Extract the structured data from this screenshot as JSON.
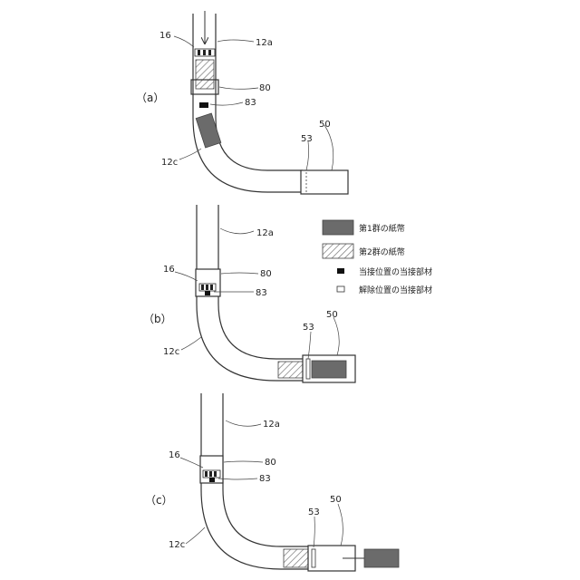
{
  "panels": [
    {
      "label": "（a）",
      "callouts": {
        "p16": "16",
        "p12a": "12a",
        "p80": "80",
        "p83": "83",
        "p12c": "12c",
        "p53": "53",
        "p50": "50"
      }
    },
    {
      "label": "（b）",
      "callouts": {
        "p16": "16",
        "p12a": "12a",
        "p80": "80",
        "p83": "83",
        "p12c": "12c",
        "p53": "53",
        "p50": "50"
      }
    },
    {
      "label": "（c）",
      "callouts": {
        "p16": "16",
        "p12a": "12a",
        "p80": "80",
        "p83": "83",
        "p12c": "12c",
        "p53": "53",
        "p50": "50"
      }
    }
  ],
  "legend": {
    "group1": "第1群の紙幣",
    "group2": "第2群の紙幣",
    "contact": "当接位置の当接部材",
    "release": "解除位置の当接部材"
  },
  "colors": {
    "group1_fill": "#6b6b6b",
    "hatch_stroke": "#777777",
    "line": "#333333"
  }
}
